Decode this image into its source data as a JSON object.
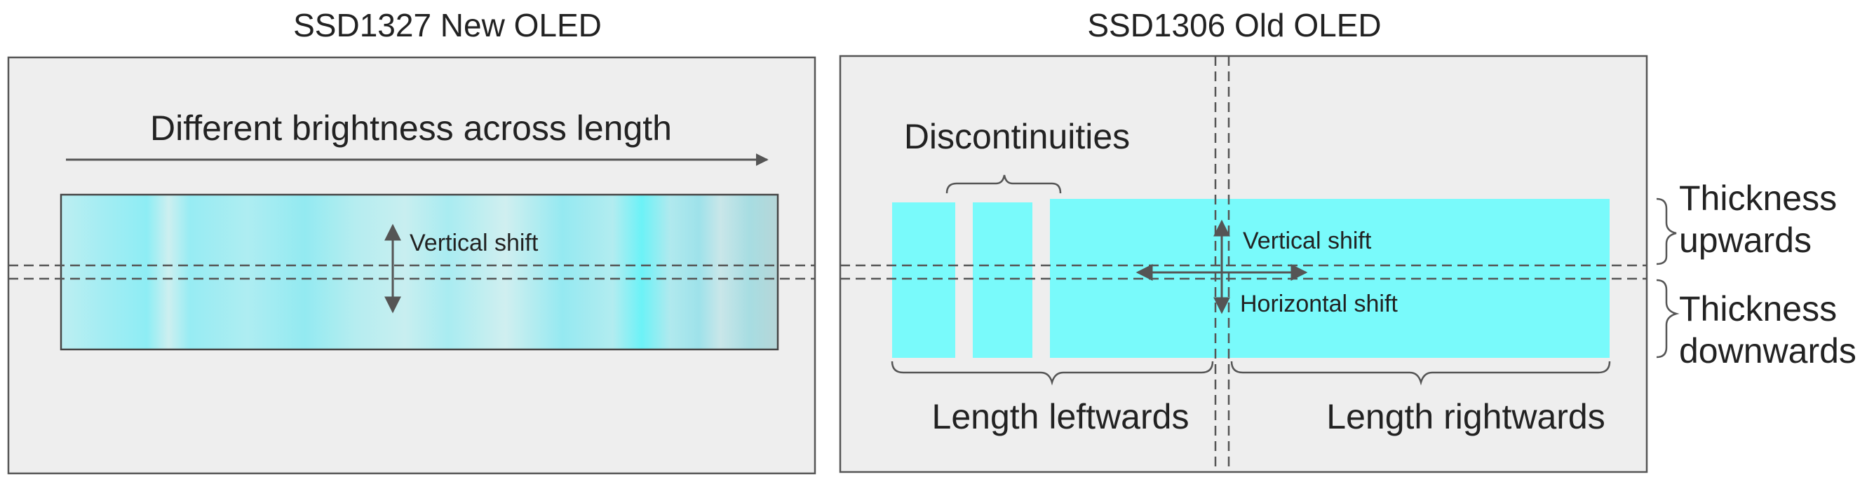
{
  "left_panel": {
    "title": "SSD1327 New OLED",
    "arrow_label": "Different brightness across length",
    "vertical_shift_label": "Vertical shift"
  },
  "right_panel": {
    "title": "SSD1306 Old OLED",
    "discontinuities_label": "Discontinuities",
    "vertical_shift_label": "Vertical shift",
    "horizontal_shift_label": "Horizontal shift",
    "length_leftwards_label": "Length leftwards",
    "length_rightwards_label": "Length rightwards"
  },
  "side_labels": {
    "thickness_upwards_line1": "Thickness",
    "thickness_upwards_line2": "upwards",
    "thickness_downwards_line1": "Thickness",
    "thickness_downwards_line2": "downwards"
  },
  "colors": {
    "panel_fill": "#eeeeee",
    "panel_stroke": "#555555",
    "cyan": "#79fafb",
    "line": "#555555",
    "text": "#222222"
  }
}
